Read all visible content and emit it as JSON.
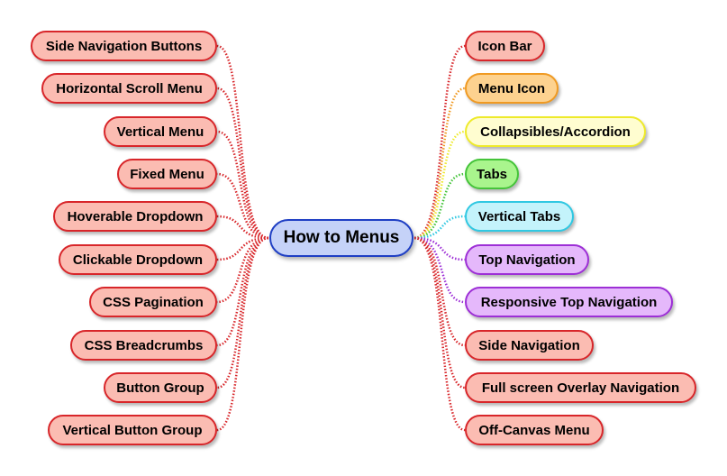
{
  "center": {
    "label": "How to Menus"
  },
  "colors": {
    "center_fill": "#c5d2f8",
    "center_border": "#1f3fc4",
    "red_fill": "#fbbcb2",
    "red_border": "#d8262a",
    "orange_fill": "#fdd28f",
    "orange_border": "#f09a22",
    "yellow_fill": "#fffdd0",
    "yellow_border": "#eeea2a",
    "green_fill": "#a9f58d",
    "green_border": "#45c43a",
    "cyan_fill": "#c4f3fb",
    "cyan_border": "#30c8e2",
    "purple_fill": "#e5b8fb",
    "purple_border": "#9d2fd6"
  },
  "left_branches": [
    "Side Navigation Buttons",
    "Horizontal Scroll Menu",
    "Vertical Menu",
    "Fixed Menu",
    "Hoverable Dropdown",
    "Clickable Dropdown",
    "CSS Pagination",
    "CSS Breadcrumbs",
    "Button Group",
    "Vertical Button Group"
  ],
  "right_branches": [
    "Icon Bar",
    "Menu Icon",
    "Collapsibles/Accordion",
    "Tabs",
    "Vertical Tabs",
    "Top Navigation",
    "Responsive Top Navigation",
    "Side Navigation",
    "Full screen Overlay Navigation",
    "Off-Canvas Menu"
  ],
  "right_branch_colors": [
    "red",
    "orange",
    "yellow",
    "green",
    "cyan",
    "purple",
    "purple",
    "red",
    "red",
    "red"
  ]
}
